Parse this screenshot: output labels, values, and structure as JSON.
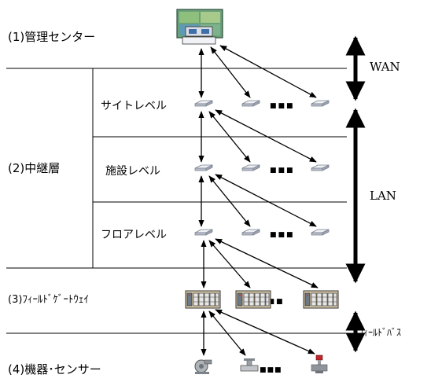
{
  "levels": {
    "management": "(1)管理センター",
    "relay": "(2)中継層",
    "gateway": "(3)ﾌｨｰﾙﾄﾞｹﾞｰﾄｳｪｲ",
    "devices": "(4)機器･センサー"
  },
  "sublevels": {
    "site": "サイトレベル",
    "facility": "施設レベル",
    "floor": "フロアレベル"
  },
  "networks": {
    "wan": "WAN",
    "lan": "LAN",
    "fieldbus": "ﾌｨｰﾙﾄﾞﾊﾞｽ"
  },
  "ellipsis": "■■■"
}
